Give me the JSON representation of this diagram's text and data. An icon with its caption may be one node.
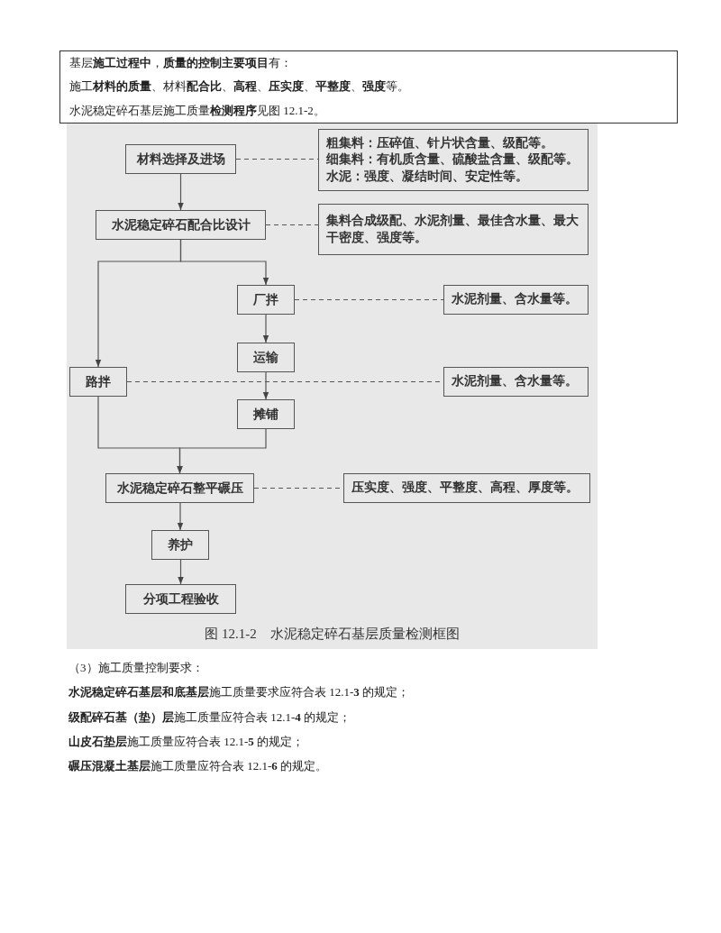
{
  "diagram": {
    "caption": "图 12.1-2　水泥稳定碎石基层质量检测框图",
    "nodes": [
      {
        "text": [
          "基层**施工过程中**，**质量的控制主要项目**有：",
          "施工**材料的质量**、材料**配合比**、**高程**、**压实度**、**平整度**、**强度**等。",
          "水泥稳定碎石基层施工质量**检测程序**见图 12.1-2。"
        ]
      },
      {
        "text": [
          "材料选择及进场"
        ]
      },
      {
        "text": [
          "粗集料：压碎值、针片状含量、级配等。",
          "细集料：有机质含量、硫酸盐含量、级配等。",
          "水泥：强度、凝结时间、安定性等。"
        ]
      },
      {
        "text": [
          "水泥稳定碎石配合比设计"
        ]
      },
      {
        "text": [
          "集料合成级配、水泥剂量、最佳含水量、最大干密度、强度等。"
        ]
      },
      {
        "text": [
          "厂拌"
        ]
      },
      {
        "text": [
          "水泥剂量、含水量等。"
        ]
      },
      {
        "text": [
          "运输"
        ]
      },
      {
        "text": [
          "路拌"
        ]
      },
      {
        "text": [
          "水泥剂量、含水量等。"
        ]
      },
      {
        "text": [
          "摊铺"
        ]
      },
      {
        "text": [
          "水泥稳定碎石整平碾压"
        ]
      },
      {
        "text": [
          "压实度、强度、平整度、高程、厚度等。"
        ]
      },
      {
        "text": [
          "养护"
        ]
      },
      {
        "text": [
          "分项工程验收"
        ]
      }
    ],
    "edges": [
      {
        "from": 1,
        "to": 3,
        "arrow": "to"
      },
      {
        "from": 1,
        "to": 2,
        "arrow": "none",
        "style": "dashed"
      },
      {
        "from": 3,
        "to": 4,
        "arrow": "none",
        "style": "dashed"
      },
      {
        "from": 3,
        "to": 5,
        "arrow": "to"
      },
      {
        "from": 3,
        "to": 8,
        "arrow": "to"
      },
      {
        "from": 5,
        "to": 6,
        "arrow": "none",
        "style": "dashed"
      },
      {
        "from": 5,
        "to": 7,
        "arrow": "to"
      },
      {
        "from": 7,
        "to": 10,
        "arrow": "to"
      },
      {
        "from": 8,
        "to": 9,
        "arrow": "none",
        "style": "dashed"
      },
      {
        "from": 10,
        "to": 11,
        "arrow": "to"
      },
      {
        "from": 8,
        "to": 11,
        "arrow": "to"
      },
      {
        "from": 11,
        "to": 12,
        "arrow": "none",
        "style": "dashed"
      },
      {
        "from": 11,
        "to": 13,
        "arrow": "to"
      },
      {
        "from": 13,
        "to": 14,
        "arrow": "to"
      }
    ],
    "labels": [
      "（3）施工质量控制要求：",
      "**水泥稳定碎石基层和底基层**施工质量要求应符合表 12.1-**3** 的规定；",
      "**级配碎石基（垫）层**施工质量应符合表 12.1-**4** 的规定；",
      "**山皮石垫层**施工质量应符合表 12.1-**5** 的规定；",
      "**碾压混凝土基层**施工质量应符合表 12.1-**6** 的规定。"
    ]
  }
}
